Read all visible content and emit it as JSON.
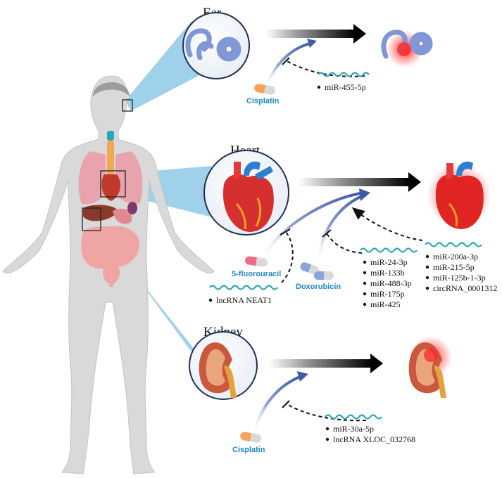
{
  "organs": {
    "ear": {
      "title": "Ear",
      "drug": "Cisplatin",
      "rnas": [
        "miR-455-5p"
      ]
    },
    "heart": {
      "title": "Heart",
      "drugs": [
        "5-fluorouracil",
        "Doxorubicin"
      ],
      "fluorouracil_rnas": [
        "lncRNA NEAT1"
      ],
      "doxorubicin_rnas": [
        "miR-24-3p",
        "miR-133b",
        "miR-488-3p",
        "miR-175p",
        "miR-425"
      ],
      "promoting_rnas": [
        "miR-200a-3p",
        "miR-215-5p",
        "miR-125b-1-3p",
        "circRNA_0001312"
      ]
    },
    "kidney": {
      "title": "Kidney",
      "drug": "Cisplatin",
      "rnas": [
        "miR-30a-5p",
        "lncRNA XLOC_032768"
      ]
    }
  },
  "colors": {
    "blue_arrow": "#4a63a8",
    "drug_text": "#1e88c8",
    "rna_strand": "#2aa7b8",
    "projection": "#8ec9e6",
    "injury_glow": "#ff2020"
  }
}
